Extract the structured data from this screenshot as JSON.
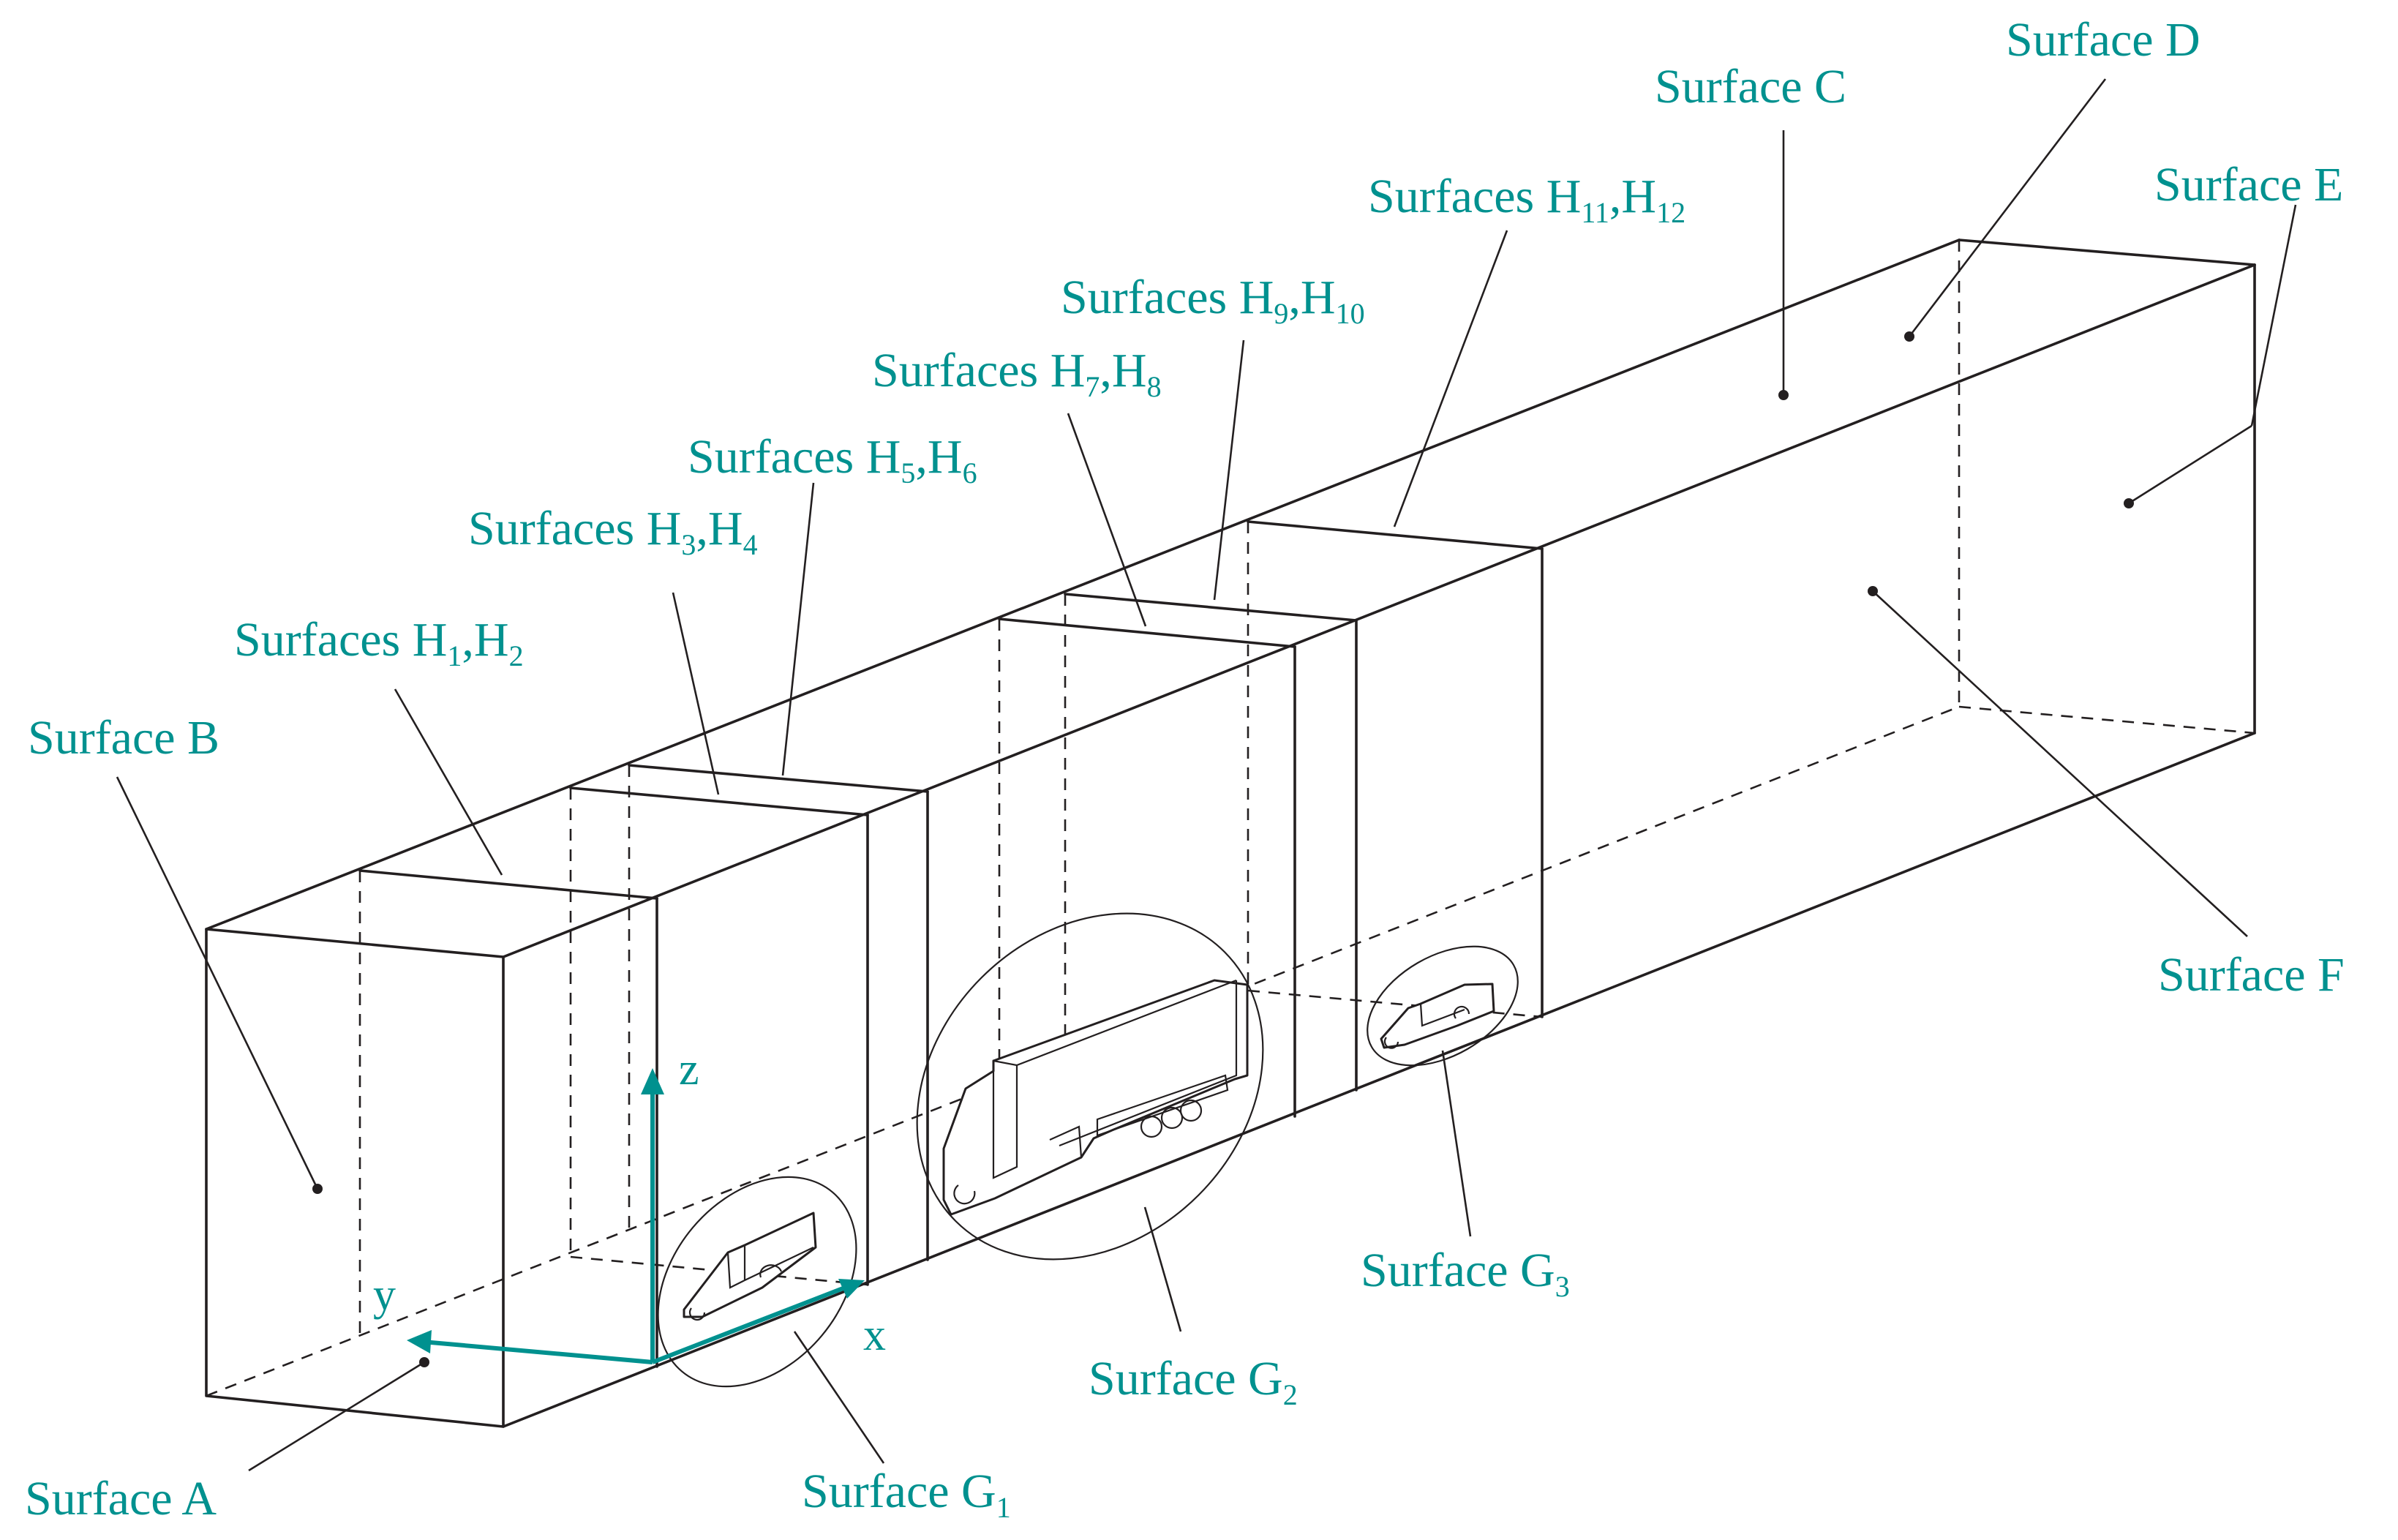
{
  "colors": {
    "label": "#00918f",
    "lines": "#231f20",
    "background": "#ffffff"
  },
  "axes": {
    "x": "x",
    "y": "y",
    "z": "z"
  },
  "labels": {
    "surface_a": "Surface A",
    "surface_b": "Surface B",
    "surface_c": "Surface C",
    "surface_d": "Surface D",
    "surface_e": "Surface E",
    "surface_f": "Surface F",
    "g1": {
      "text": "Surface G",
      "sub": "1"
    },
    "g2": {
      "text": "Surface G",
      "sub": "2"
    },
    "g3": {
      "text": "Surface G",
      "sub": "3"
    },
    "h1_h2": {
      "prefix": "Surfaces H",
      "sub1": "1",
      "sep": ",H",
      "sub2": "2"
    },
    "h3_h4": {
      "prefix": "Surfaces H",
      "sub1": "3",
      "sep": ",H",
      "sub2": "4"
    },
    "h5_h6": {
      "prefix": "Surfaces H",
      "sub1": "5",
      "sep": ",H",
      "sub2": "6"
    },
    "h7_h8": {
      "prefix": "Surfaces H",
      "sub1": "7",
      "sep": ",H",
      "sub2": "8"
    },
    "h9_h10": {
      "prefix": "Surfaces H",
      "sub1": "9",
      "sep": ",H",
      "sub2": "10"
    },
    "h11_h12": {
      "prefix": "Surfaces H",
      "sub1": "11",
      "sep": ",H",
      "sub2": "12"
    }
  }
}
